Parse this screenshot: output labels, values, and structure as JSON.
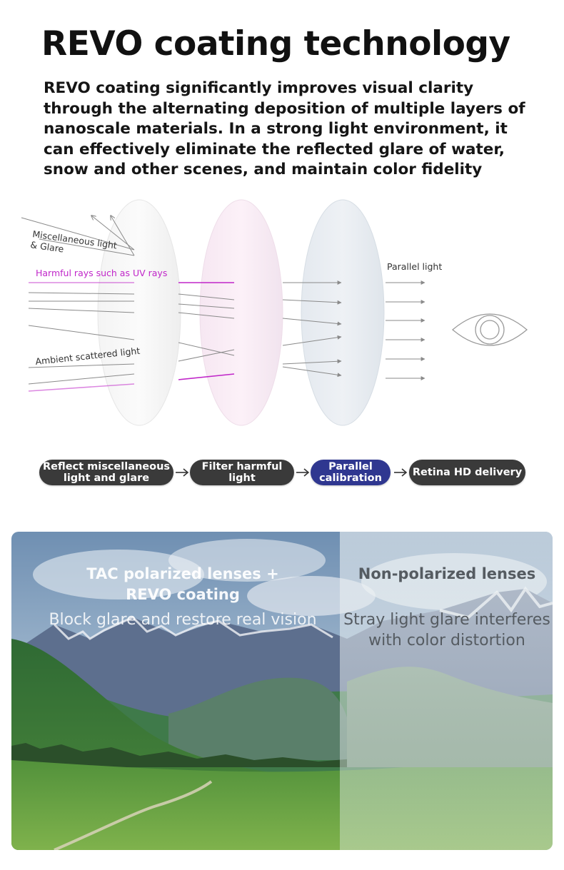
{
  "header": {
    "title": "REVO coating technology",
    "intro": "REVO coating significantly improves visual clarity through the alternating deposition of multiple layers of nanoscale materials. In a strong light environment, it can effectively eliminate the reflected glare of water, snow and other scenes, and maintain color fidelity"
  },
  "diagram": {
    "labels": {
      "misc_line1": "Miscellaneous light",
      "misc_line2": "& Glare",
      "harmful": "Harmful rays such as UV rays",
      "ambient": "Ambient scattered light",
      "parallel": "Parallel light"
    },
    "icons": [
      "eye-icon"
    ],
    "colors": {
      "uv_ray": "#c026c9",
      "ray": "#8a8a8a",
      "eye": "#9a9a9a"
    }
  },
  "steps": {
    "items": [
      {
        "line1": "Reflect miscellaneous",
        "line2": "light and glare"
      },
      {
        "line1": "Filter harmful light"
      },
      {
        "line1": "Parallel",
        "line2": "calibration"
      },
      {
        "line1": "Retina HD delivery"
      }
    ],
    "colors": {
      "pill": "#3a3a3a",
      "active_pill": "#2f3790"
    }
  },
  "comparison": {
    "left": {
      "title_line1": "TAC polarized lenses +",
      "title_line2": "REVO coating",
      "subtitle": "Block glare and restore real vision"
    },
    "right": {
      "title": "Non-polarized lenses",
      "subtitle_line1": "Stray light glare interferes",
      "subtitle_line2": "with color distortion"
    }
  }
}
